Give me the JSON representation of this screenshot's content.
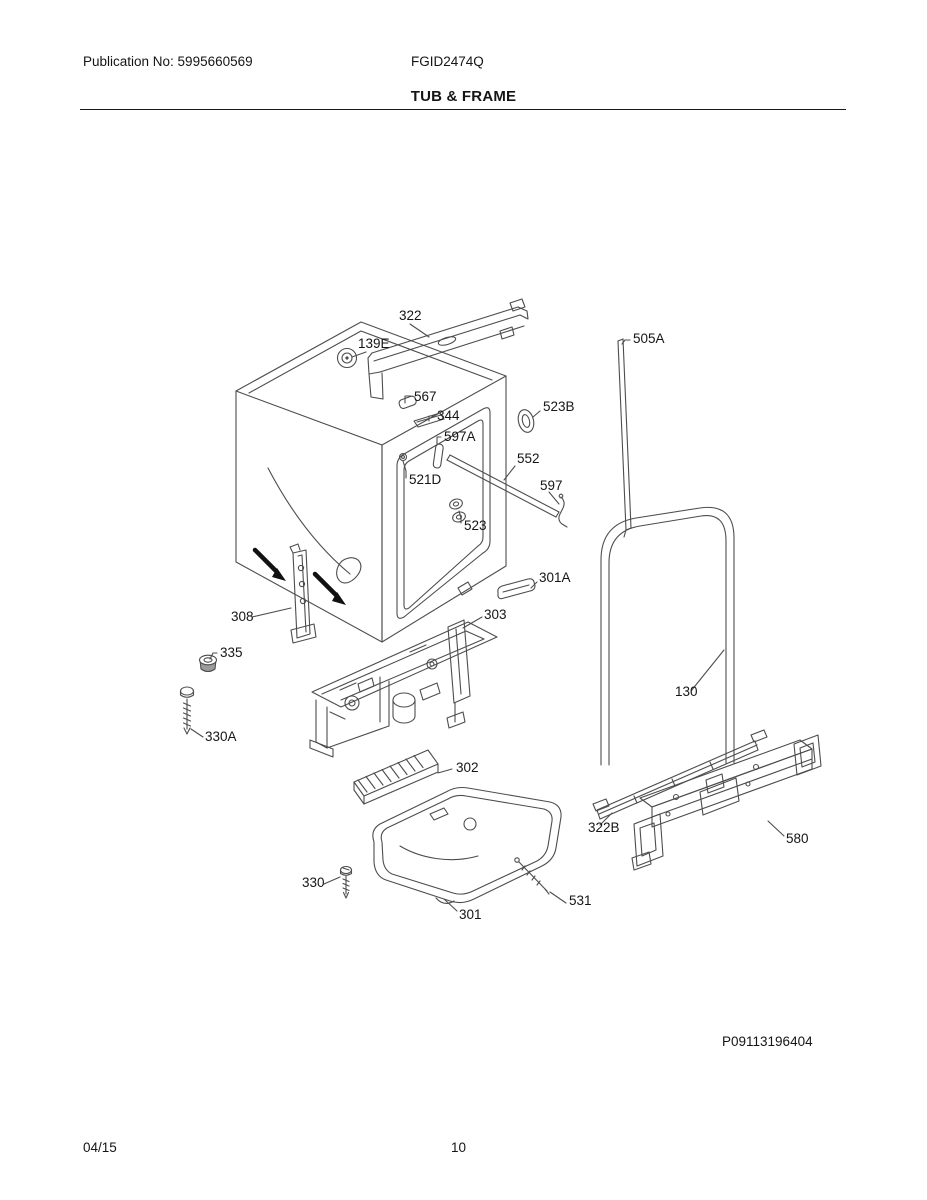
{
  "page": {
    "publication_no": "Publication No: 5995660569",
    "model": "FGID2474Q",
    "title": "TUB & FRAME",
    "diagram_code": "P09113196404",
    "footer_date": "04/15",
    "footer_page": "10"
  },
  "diagram": {
    "description": "Exploded parts view of dishwasher tub and frame assembly",
    "callouts": [
      {
        "label": "322"
      },
      {
        "label": "139E"
      },
      {
        "label": "567"
      },
      {
        "label": "344"
      },
      {
        "label": "597A"
      },
      {
        "label": "523B"
      },
      {
        "label": "521D"
      },
      {
        "label": "552"
      },
      {
        "label": "597"
      },
      {
        "label": "523"
      },
      {
        "label": "505A"
      },
      {
        "label": "301A"
      },
      {
        "label": "308"
      },
      {
        "label": "303"
      },
      {
        "label": "335"
      },
      {
        "label": "330A"
      },
      {
        "label": "130"
      },
      {
        "label": "302"
      },
      {
        "label": "322B"
      },
      {
        "label": "580"
      },
      {
        "label": "330"
      },
      {
        "label": "531"
      },
      {
        "label": "301"
      }
    ]
  },
  "colors": {
    "line": "#4d4d4d",
    "text": "#151515",
    "background": "#ffffff"
  }
}
